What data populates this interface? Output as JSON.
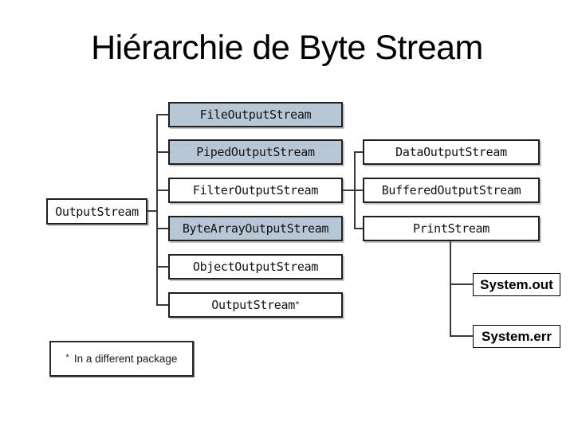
{
  "title": "Hiérarchie de Byte Stream",
  "diagram": {
    "root": {
      "label": "OutputStream"
    },
    "subclasses": [
      {
        "label": "FileOutputStream",
        "highlighted": true
      },
      {
        "label": "PipedOutputStream",
        "highlighted": true
      },
      {
        "label": "FilterOutputStream",
        "highlighted": false
      },
      {
        "label": "ByteArrayOutputStream",
        "highlighted": true
      },
      {
        "label": "ObjectOutputStream",
        "highlighted": false
      },
      {
        "label": "OutputStream",
        "sup": "*",
        "highlighted": false
      }
    ],
    "filter_subclasses": [
      {
        "label": "DataOutputStream"
      },
      {
        "label": "BufferedOutputStream"
      },
      {
        "label": "PrintStream"
      }
    ],
    "printstream_members": [
      {
        "label": "System.out"
      },
      {
        "label": "System.err"
      }
    ],
    "note": {
      "marker": "*",
      "text": "In a different package"
    }
  },
  "colors": {
    "highlight_fill": "#b8c7d6",
    "box_fill": "#ffffff",
    "box_border": "#1f1f1f",
    "connector": "#3a3a3a",
    "title_text": "#000000",
    "background": "#ffffff"
  }
}
